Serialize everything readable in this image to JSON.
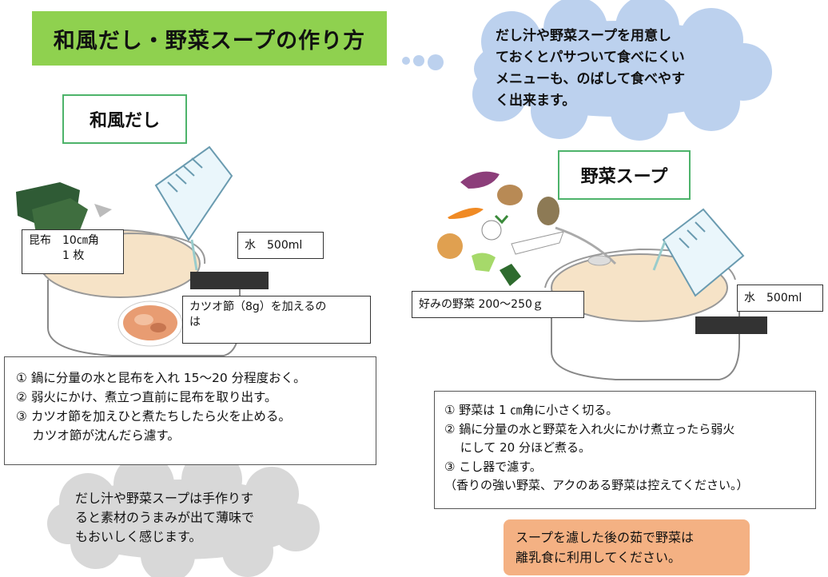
{
  "title": "和風だし・野菜スープの作り方",
  "intro_note": [
    "だし汁や野菜スープを用意し",
    "ておくとパサついて食べにくい",
    "メニューも、のばして食べやす",
    "く出来ます。"
  ],
  "dashi": {
    "heading": "和風だし",
    "kombu_label": [
      "昆布　10㎝角",
      "　　　1 枚"
    ],
    "water_label": "水　500ml",
    "katsuo_label": [
      "カツオ節（8g）を加えるの",
      "は"
    ],
    "steps": [
      "① 鍋に分量の水と昆布を入れ 15～20 分程度おく。",
      "② 弱火にかけ、煮立つ直前に昆布を取り出す。",
      "③ カツオ節を加えひと煮たちしたら火を止める。",
      "　 カツオ節が沈んだら濾す。"
    ],
    "note": [
      "だし汁や野菜スープは手作りす",
      "ると素材のうまみが出て薄味で",
      "もおいしく感じます。"
    ]
  },
  "soup": {
    "heading": "野菜スープ",
    "veg_label": "好みの野菜 200～250ｇ",
    "water_label": "水　500ml",
    "steps": [
      "① 野菜は 1 ㎝角に小さく切る。",
      "② 鍋に分量の水と野菜を入れ火にかけ煮立ったら弱火",
      "　 にして 20 分ほど煮る。",
      "③ こし器で濾す。",
      "（香りの強い野菜、アクのある野菜は控えてください。）"
    ],
    "note": [
      "スープを濾した後の茹で野菜は",
      "離乳食に利用してください。"
    ]
  },
  "colors": {
    "banner": "#8fd14f",
    "box_border": "#4db36a",
    "blue_cloud": "#bcd1ee",
    "gray_cloud": "#d8d8d8",
    "orange_note": "#f4b183"
  }
}
